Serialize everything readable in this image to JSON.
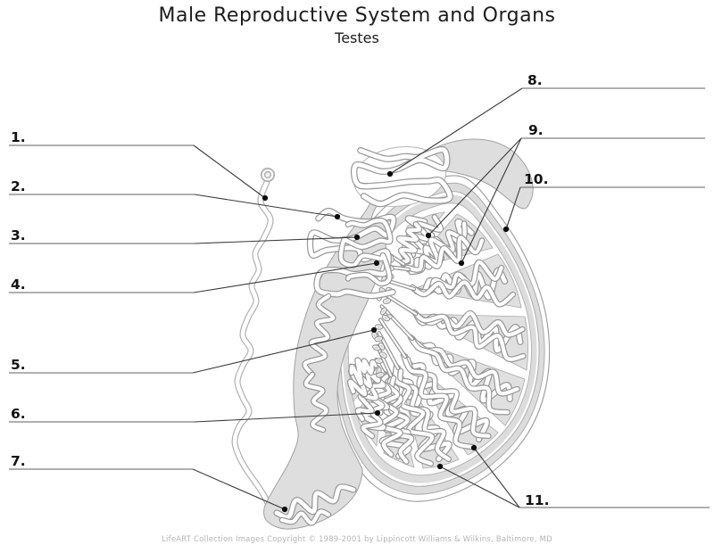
{
  "header": {
    "title": "Male Reproductive System and Organs",
    "subtitle": "Testes"
  },
  "footer": {
    "copyright": "LifeART Collection Images Copyright © 1989-2001 by Lippincott Williams & Wilkins, Baltimore, MD"
  },
  "colors": {
    "leader_line": "#3a3a3a",
    "answer_rule": "#5f5f5f",
    "pointer_dot": "#0d0d0d",
    "organ_gray": "#dedede",
    "organ_outline": "#9a9a9a",
    "label_text": "#111111",
    "copyright_text": "#b4b4b4"
  },
  "labels": [
    {
      "number": "1.",
      "text": [
        12,
        159
      ],
      "rule": [
        [
          10,
          163
        ],
        [
          217,
          163
        ]
      ],
      "leaders": [
        [
          [
            217,
            163
          ],
          [
            297,
            222
          ]
        ]
      ],
      "dots": [
        [
          297,
          222
        ]
      ]
    },
    {
      "number": "2.",
      "text": [
        12,
        214
      ],
      "rule": [
        [
          10,
          218
        ],
        [
          218,
          218
        ]
      ],
      "leaders": [
        [
          [
            218,
            218
          ],
          [
            378,
            243
          ]
        ]
      ],
      "dots": [
        [
          378,
          243
        ]
      ]
    },
    {
      "number": "3.",
      "text": [
        12,
        269
      ],
      "rule": [
        [
          10,
          273
        ],
        [
          218,
          273
        ]
      ],
      "leaders": [
        [
          [
            218,
            273
          ],
          [
            400,
            266
          ]
        ]
      ],
      "dots": [
        [
          400,
          266
        ]
      ]
    },
    {
      "number": "4.",
      "text": [
        12,
        324
      ],
      "rule": [
        [
          10,
          328
        ],
        [
          217,
          328
        ]
      ],
      "leaders": [
        [
          [
            217,
            328
          ],
          [
            422,
            295
          ]
        ]
      ],
      "dots": [
        [
          422,
          295
        ]
      ]
    },
    {
      "number": "5.",
      "text": [
        12,
        414
      ],
      "rule": [
        [
          10,
          418
        ],
        [
          216,
          418
        ]
      ],
      "leaders": [
        [
          [
            216,
            418
          ],
          [
            419,
            370
          ]
        ]
      ],
      "dots": [
        [
          419,
          370
        ]
      ]
    },
    {
      "number": "6.",
      "text": [
        12,
        469
      ],
      "rule": [
        [
          10,
          473
        ],
        [
          218,
          473
        ]
      ],
      "leaders": [
        [
          [
            218,
            473
          ],
          [
            423,
            463
          ]
        ]
      ],
      "dots": [
        [
          423,
          463
        ]
      ]
    },
    {
      "number": "7.",
      "text": [
        12,
        522
      ],
      "rule": [
        [
          10,
          526
        ],
        [
          216,
          526
        ]
      ],
      "leaders": [
        [
          [
            216,
            526
          ],
          [
            319,
            571
          ]
        ]
      ],
      "dots": [
        [
          319,
          571
        ]
      ]
    },
    {
      "number": "8.",
      "text": [
        591,
        95
      ],
      "rule": [
        [
          585,
          99
        ],
        [
          790,
          99
        ]
      ],
      "leaders": [
        [
          [
            585,
            99
          ],
          [
            437,
            195
          ]
        ]
      ],
      "dots": [
        [
          437,
          195
        ]
      ]
    },
    {
      "number": "9.",
      "text": [
        592,
        151
      ],
      "rule": [
        [
          584,
          155
        ],
        [
          790,
          155
        ]
      ],
      "leaders": [
        [
          [
            584,
            155
          ],
          [
            480,
            264
          ]
        ],
        [
          [
            584,
            155
          ],
          [
            517,
            295
          ]
        ]
      ],
      "dots": [
        [
          480,
          264
        ],
        [
          517,
          295
        ]
      ]
    },
    {
      "number": "10.",
      "text": [
        587,
        206
      ],
      "rule": [
        [
          583,
          210
        ],
        [
          790,
          210
        ]
      ],
      "leaders": [
        [
          [
            583,
            210
          ],
          [
            567,
            257
          ]
        ]
      ],
      "dots": [
        [
          567,
          257
        ]
      ]
    },
    {
      "number": "11.",
      "text": [
        588,
        566
      ],
      "rule": [
        [
          582,
          569
        ],
        [
          795,
          569
        ]
      ],
      "leaders": [
        [
          [
            582,
            569
          ],
          [
            531,
            502
          ]
        ],
        [
          [
            582,
            569
          ],
          [
            493,
            523
          ]
        ]
      ],
      "dots": [
        [
          531,
          502
        ],
        [
          493,
          523
        ]
      ]
    }
  ]
}
